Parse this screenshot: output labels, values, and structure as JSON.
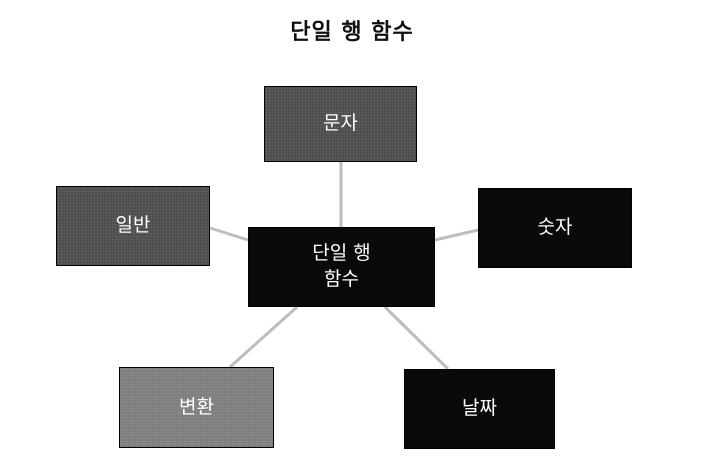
{
  "title": "단일 행 함수",
  "center": {
    "label": "단일 행\n함수"
  },
  "branches": [
    {
      "label": "문자"
    },
    {
      "label": "일반"
    },
    {
      "label": "숫자"
    },
    {
      "label": "변환"
    },
    {
      "label": "날짜"
    }
  ],
  "colors": {
    "connector": "#bdbdbd",
    "node_mid": "#4d4d4d",
    "node_light": "#7d7d7d",
    "node_dark": "#0a0a0a",
    "text": "#ffffff"
  }
}
